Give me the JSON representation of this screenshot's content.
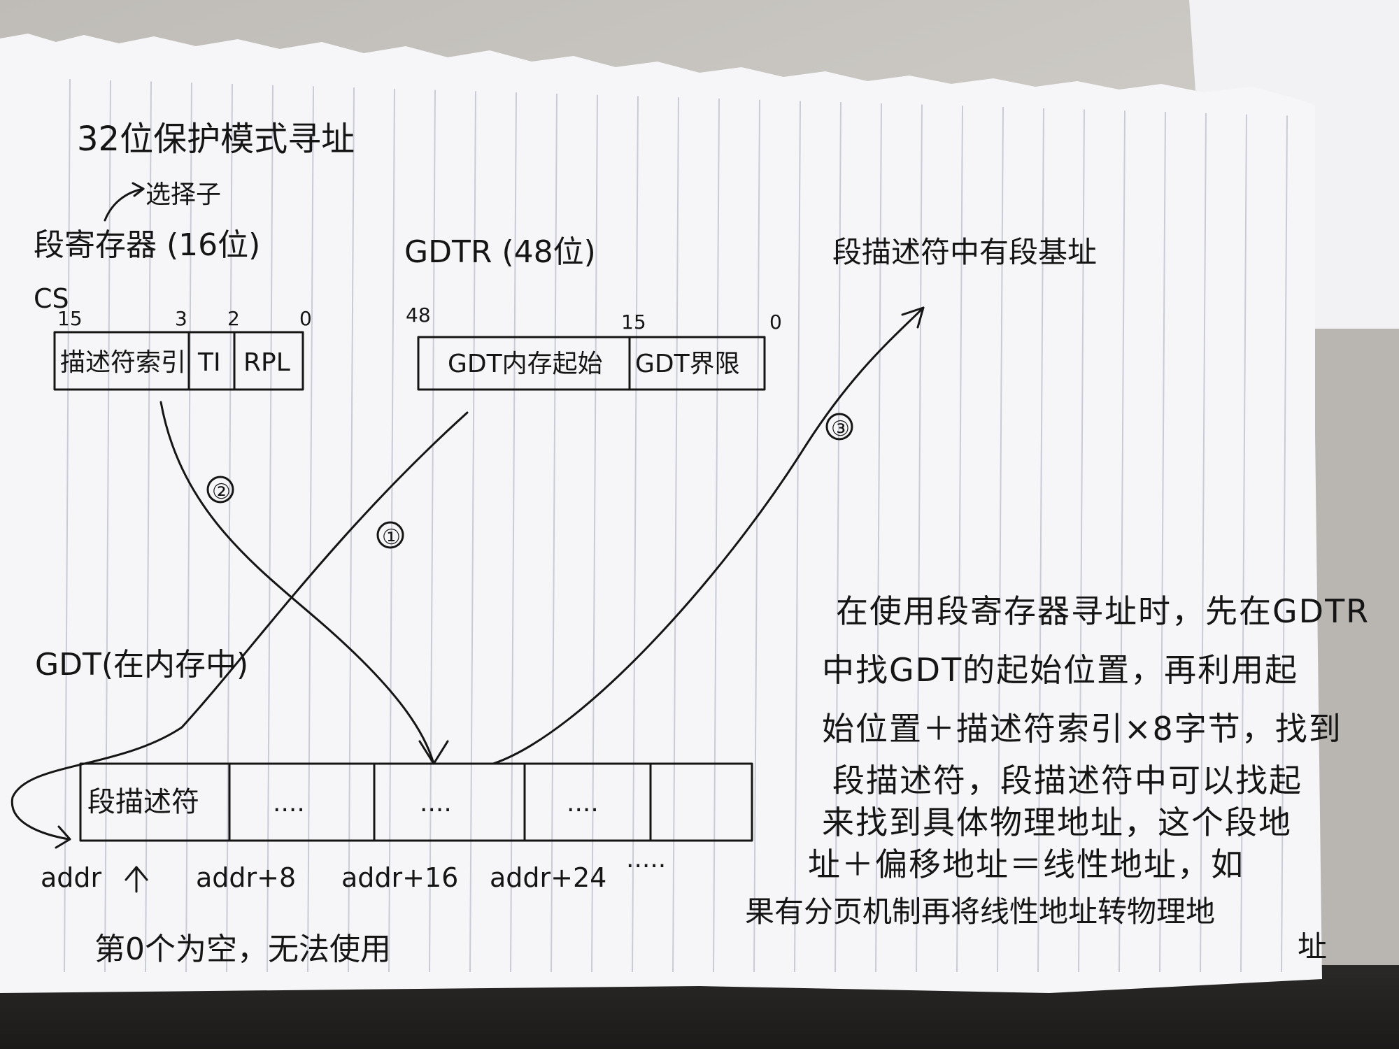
{
  "title": "32位保护模式寻址",
  "selector_label": "选择子",
  "segment_register": {
    "label": "段寄存器 (16位)",
    "name": "CS",
    "bits": [
      "15",
      "3",
      "2",
      "0"
    ],
    "fields": [
      "描述符索引",
      "TI",
      "RPL"
    ]
  },
  "gdtr": {
    "label": "GDTR (48位)",
    "bits": [
      "48",
      "15",
      "0"
    ],
    "fields": [
      "GDT内存起始",
      "GDT界限"
    ]
  },
  "descriptor_note": "段描述符中有段基址",
  "gdt": {
    "label": "GDT(在内存中)",
    "cells": [
      "段描述符",
      "....",
      "....",
      "....",
      ""
    ],
    "addresses": [
      "addr",
      "addr+8",
      "addr+16",
      "addr+24",
      "....."
    ],
    "first_note": "第0个为空，无法使用"
  },
  "steps": [
    "①",
    "②",
    "③"
  ],
  "explanation_lines": [
    "在使用段寄存器寻址时，先在GDTR",
    "中找GDT的起始位置，再利用起",
    "始位置＋描述符索引×8字节，找到",
    "段描述符，段描述符中可以找起",
    "来找到具体物理地址，这个段地",
    "址＋偏移地址＝线性地址，如",
    "果有分页机制再将线性地址转物理地",
    "址"
  ],
  "colors": {
    "ink": "#151515",
    "paper": "#f6f6f8",
    "rule": "#c9cbd6"
  }
}
